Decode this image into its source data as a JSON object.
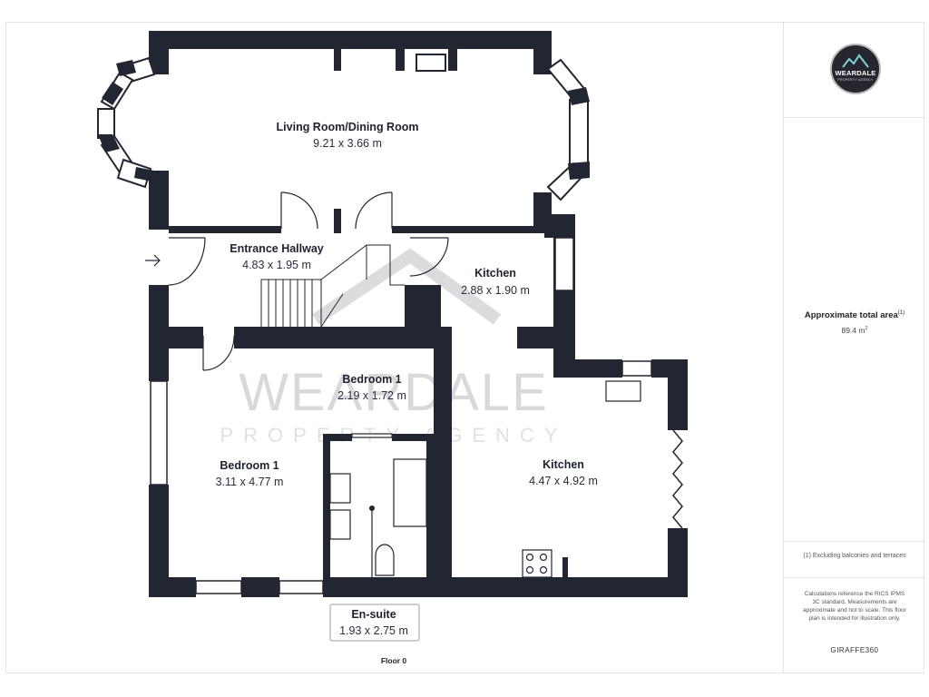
{
  "plan": {
    "floor_label": "Floor 0",
    "watermark": {
      "line1": "WEARDALE",
      "line2": "PROPERTY AGENCY"
    },
    "rooms": {
      "living": {
        "name": "Living Room/Dining Room",
        "dims": "9.21 x 3.66 m"
      },
      "hallway": {
        "name": "Entrance Hallway",
        "dims": "4.83 x 1.95 m"
      },
      "kitchen_small": {
        "name": "Kitchen",
        "dims": "2.88 x 1.90 m"
      },
      "bedroom_small": {
        "name": "Bedroom 1",
        "dims": "2.19 x 1.72 m"
      },
      "bedroom_main": {
        "name": "Bedroom 1",
        "dims": "3.11 x 4.77 m"
      },
      "kitchen_large": {
        "name": "Kitchen",
        "dims": "4.47 x 4.92 m"
      },
      "ensuite": {
        "name": "En-suite",
        "dims": "1.93 x 2.75 m"
      }
    }
  },
  "panel": {
    "logo": {
      "word": "WEARDALE",
      "sub": "PROPERTY AGENCY"
    },
    "area_title": "Approximate total area",
    "area_title_note": "(1)",
    "area_value": "89.4 m",
    "area_unit_sup": "2",
    "footnote": "(1) Excluding balconies and terraces",
    "disclaimer": "Calculations reference the RICS IPMS 3C standard. Measurements are approximate and not to scale. This floor plan is intended for illustration only.",
    "brand": "GIRAFFE360"
  },
  "colors": {
    "wall": "#222633",
    "accent": "#7fd3d6",
    "watermark": "#d9d9dc"
  }
}
